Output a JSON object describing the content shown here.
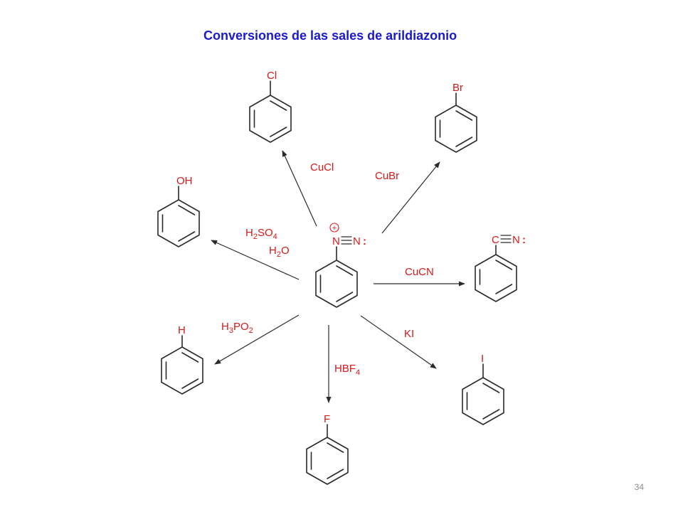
{
  "title": "Conversiones de las sales de arildiazonio",
  "slide_number": "34",
  "colors": {
    "title": "#1a1acc",
    "atom_labels": "#d81818",
    "reagents": "#d81818",
    "structures": "#2a2a2a",
    "slide_number": "#8c8c8c"
  },
  "center": {
    "charge": "+",
    "n1": "N",
    "n2": "N",
    "lone_pair": ":"
  },
  "products": {
    "chloro": {
      "atom": "Cl"
    },
    "bromo": {
      "atom": "Br"
    },
    "phenol": {
      "atom": "OH"
    },
    "nitrile": {
      "c": "C",
      "n": "N",
      "lone_pair": ":"
    },
    "benzene": {
      "atom": "H"
    },
    "fluoro": {
      "atom": "F"
    },
    "iodo": {
      "atom": "I"
    }
  },
  "reagents": {
    "cucl": "CuCl",
    "cubr": "CuBr",
    "h2so4": {
      "main": "H",
      "sub1": "2",
      "mid": "SO",
      "sub2": "4"
    },
    "h2o": {
      "main": "H",
      "sub1": "2",
      "mid": "O"
    },
    "cucn": "CuCN",
    "h3po2": {
      "main": "H",
      "sub1": "3",
      "mid": "PO",
      "sub2": "2"
    },
    "hbf4": {
      "main": "HBF",
      "sub1": "4"
    },
    "ki": "KI"
  }
}
